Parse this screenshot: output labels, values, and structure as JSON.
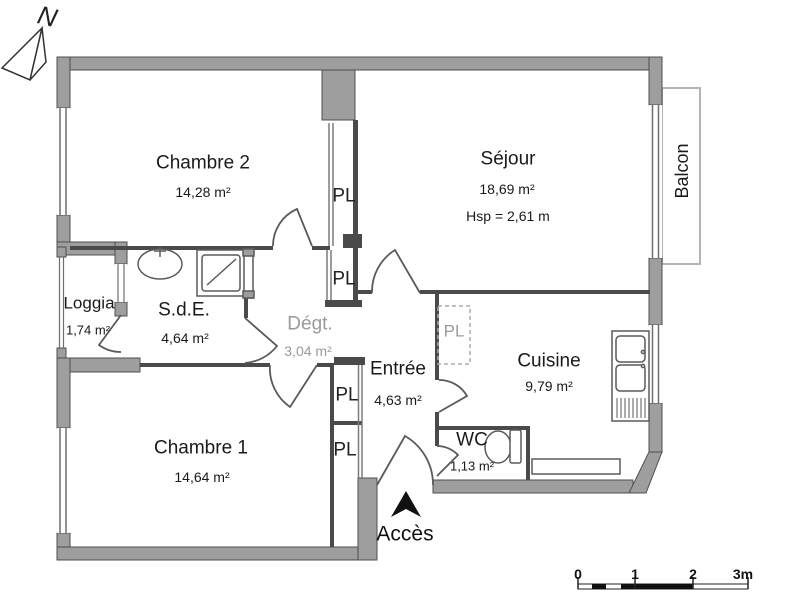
{
  "plan": {
    "labels": {
      "closet": "PL",
      "access": "Accès",
      "north": "N"
    },
    "rooms": {
      "chambre2": {
        "name": "Chambre 2",
        "area": "14,28 m²"
      },
      "sejour": {
        "name": "Séjour",
        "area": "18,69 m²",
        "ceiling": "Hsp = 2,61 m"
      },
      "balcon": {
        "name": "Balcon"
      },
      "loggia": {
        "name": "Loggia",
        "area": "1,74 m²"
      },
      "sde": {
        "name": "S.d.E.",
        "area": "4,64 m²"
      },
      "degagement": {
        "name": "Dégt.",
        "area": "3,04 m²"
      },
      "entree": {
        "name": "Entrée",
        "area": "4,63 m²"
      },
      "cuisine": {
        "name": "Cuisine",
        "area": "9,79 m²"
      },
      "wc": {
        "name": "WC",
        "area": "1,13 m²"
      },
      "chambre1": {
        "name": "Chambre 1",
        "area": "14,64 m²"
      }
    },
    "scale_bar": {
      "ticks": [
        "0",
        "1",
        "2",
        "3m"
      ]
    },
    "colors": {
      "exterior_wall": "#9e9e9e",
      "wall_outline": "#4f4f4f",
      "interior_wall": "#4a4a4a",
      "balcony_outline": "#b3b3b3",
      "text": "#1a1a1a",
      "faint_text": "#9a9a9a"
    }
  }
}
